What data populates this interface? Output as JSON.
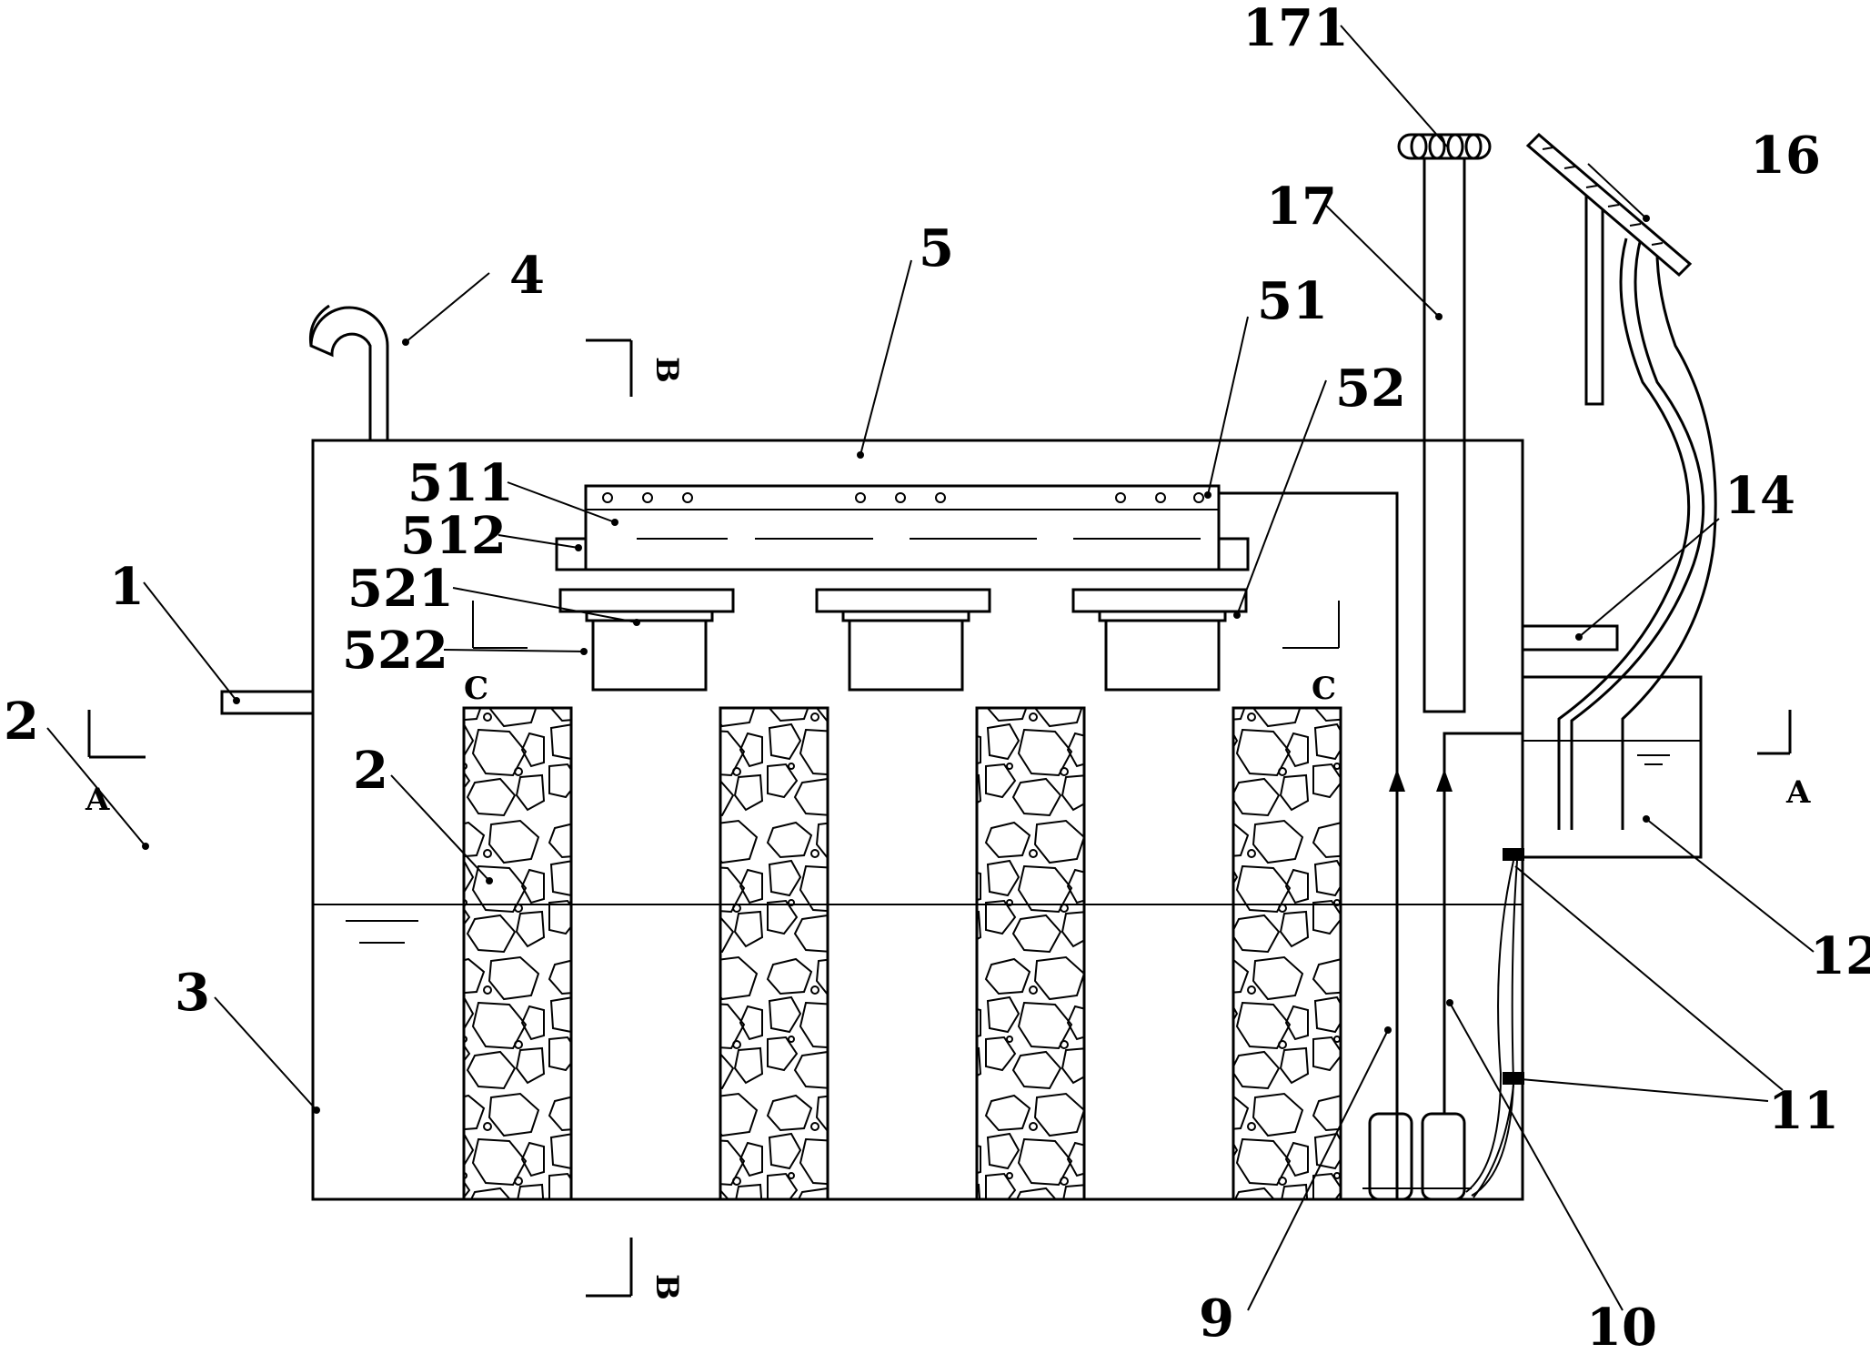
{
  "labels": {
    "l171": "171",
    "l4": "4",
    "l5": "5",
    "l17": "17",
    "l51": "51",
    "l52": "52",
    "l16": "16",
    "l511": "511",
    "l512": "512",
    "l521": "521",
    "l522": "522",
    "l1": "1",
    "l2_left": "2",
    "l2_inner": "2",
    "l3": "3",
    "l14": "14",
    "l12": "12",
    "l11": "11",
    "l9": "9",
    "l10": "10"
  },
  "sections": {
    "b_top": "B",
    "b_bottom": "B",
    "a_left": "A",
    "a_right": "A",
    "c_left": "C",
    "c_right": "C"
  }
}
